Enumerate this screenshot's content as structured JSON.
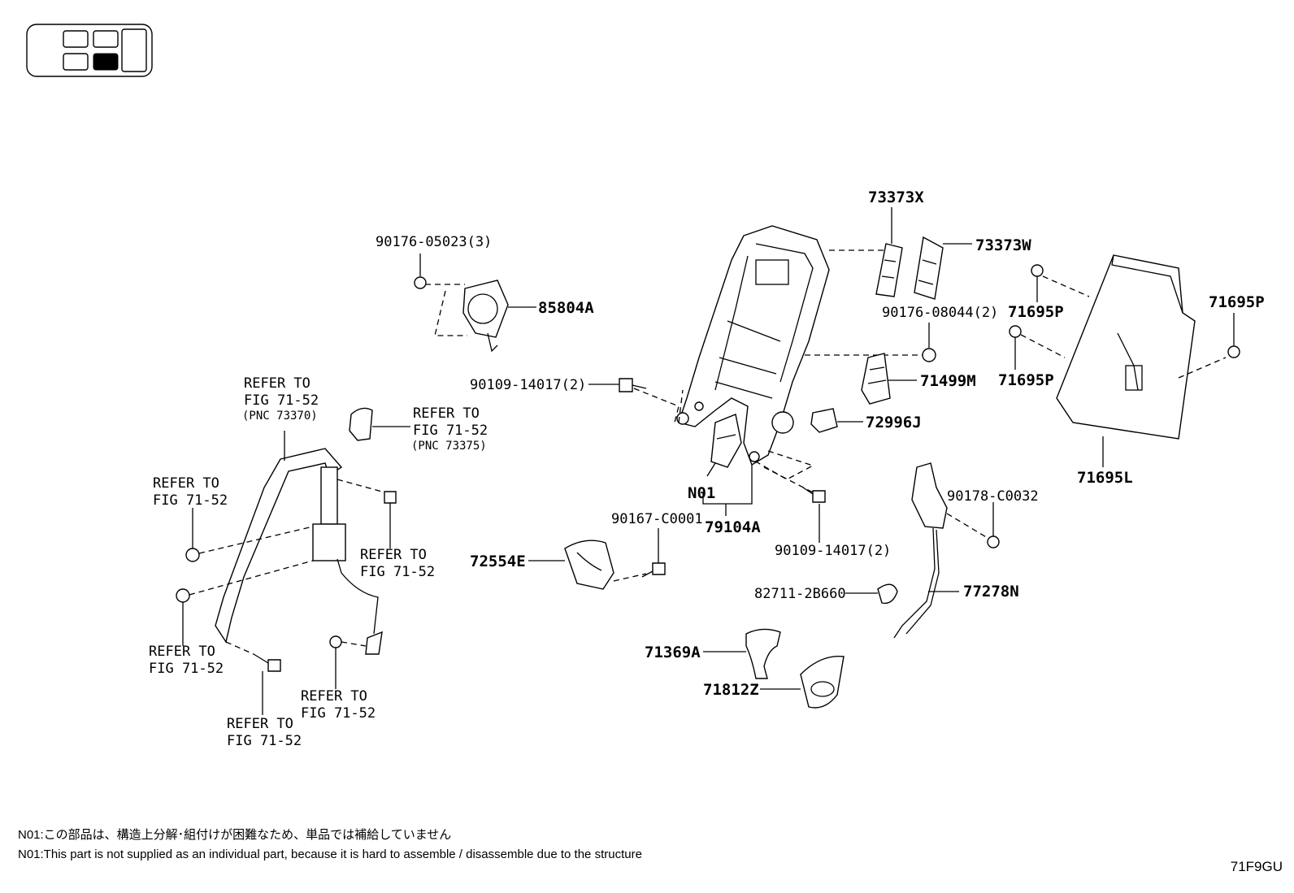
{
  "labels": {
    "p73373x": "73373X",
    "p73373w": "73373W",
    "p90176_05023": "90176-05023(3)",
    "p85804a": "85804A",
    "p90176_08044": "90176-08044(2)",
    "p71695p_a": "71695P",
    "p71695p_b": "71695P",
    "p71695p_c": "71695P",
    "p71499m": "71499M",
    "p72996j": "72996J",
    "p71695l": "71695L",
    "p90109_14017_a": "90109-14017(2)",
    "p90109_14017_b": "90109-14017(2)",
    "n01": "N01",
    "p79104a": "79104A",
    "p90178_c0032": "90178-C0032",
    "p90167_c0001": "90167-C0001",
    "p72554e": "72554E",
    "p82711_2b660": "82711-2B660",
    "p77278n": "77278N",
    "p71369a": "71369A",
    "p71812z": "71812Z"
  },
  "refers": {
    "refer_to": "REFER TO",
    "fig": "FIG 71-52",
    "pnc_73370": "(PNC 73370)",
    "pnc_73375": "(PNC 73375)"
  },
  "notes": {
    "jp": "N01:この部品は、構造上分解･組付けが困難なため、単品では補給していません",
    "en": "N01:This part is not supplied as an individual part, because it is hard to assemble / disassemble due to the structure"
  },
  "figure_code": "71F9GU",
  "seat_locator": {
    "highlighted_position": "second-row right"
  }
}
